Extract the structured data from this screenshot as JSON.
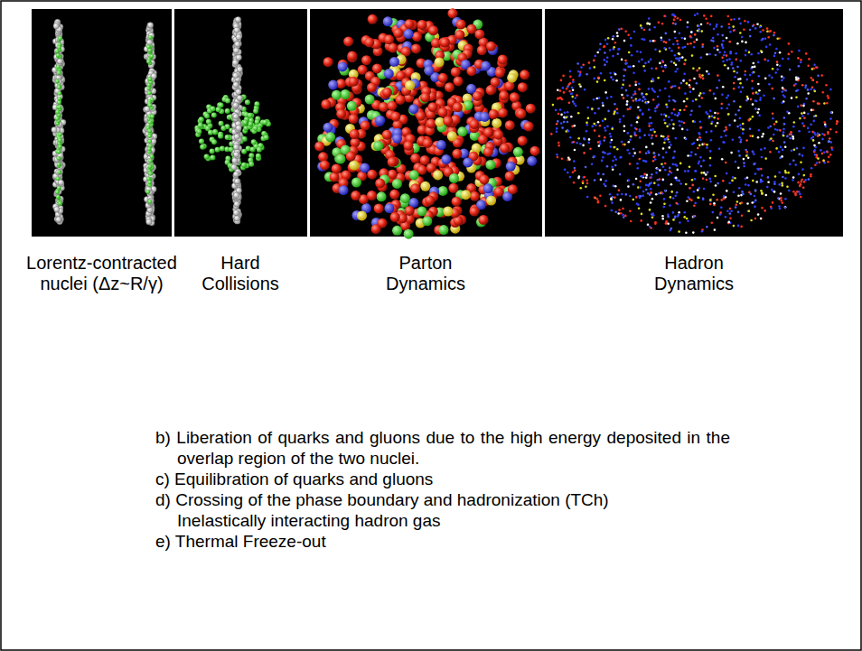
{
  "diagram": {
    "labels": [
      "Lorentz-contracted nuclei (Δz~R/γ)",
      "Hard Collisions",
      "Parton Dynamics",
      "Hadron Dynamics",
      "b) Liberation of quarks and gluons due to the high energy deposited in the overlap region of the two nuclei.",
      "c) Equilibration of quarks and gluons",
      "d) Crossing of the phase boundary and hadronization (TCh)",
      "Inelastically interacting hadron gas",
      "e) Thermal Freeze-out"
    ]
  }
}
